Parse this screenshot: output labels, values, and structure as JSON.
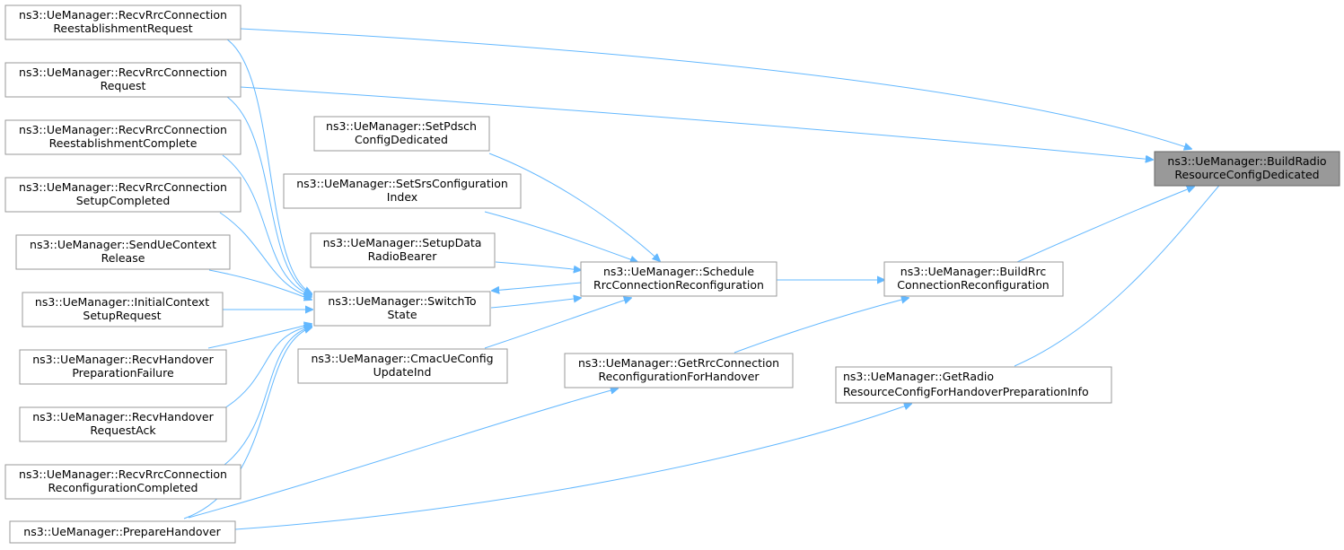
{
  "nodes": {
    "build_radio": [
      "ns3::UeManager::BuildRadio",
      "ResourceConfigDedicated"
    ],
    "recv_reest_req": [
      "ns3::UeManager::RecvRrcConnection",
      "ReestablishmentRequest"
    ],
    "recv_req": [
      "ns3::UeManager::RecvRrcConnection",
      "Request"
    ],
    "recv_reest_complete": [
      "ns3::UeManager::RecvRrcConnection",
      "ReestablishmentComplete"
    ],
    "recv_setup_completed": [
      "ns3::UeManager::RecvRrcConnection",
      "SetupCompleted"
    ],
    "send_ue_context_release": [
      "ns3::UeManager::SendUeContext",
      "Release"
    ],
    "initial_context_setup": [
      "ns3::UeManager::InitialContext",
      "SetupRequest"
    ],
    "recv_handover_prep_failure": [
      "ns3::UeManager::RecvHandover",
      "PreparationFailure"
    ],
    "recv_handover_request_ack": [
      "ns3::UeManager::RecvHandover",
      "RequestAck"
    ],
    "recv_reconfig_completed": [
      "ns3::UeManager::RecvRrcConnection",
      "ReconfigurationCompleted"
    ],
    "prepare_handover": [
      "ns3::UeManager::PrepareHandover"
    ],
    "set_pdsch": [
      "ns3::UeManager::SetPdsch",
      "ConfigDedicated"
    ],
    "set_srs": [
      "ns3::UeManager::SetSrsConfiguration",
      "Index"
    ],
    "setup_data_radio_bearer": [
      "ns3::UeManager::SetupData",
      "RadioBearer"
    ],
    "switch_to_state": [
      "ns3::UeManager::SwitchTo",
      "State"
    ],
    "cmac_ue_config": [
      "ns3::UeManager::CmacUeConfig",
      "UpdateInd"
    ],
    "schedule_reconfig": [
      "ns3::UeManager::Schedule",
      "RrcConnectionReconfiguration"
    ],
    "build_rrc_reconfig": [
      "ns3::UeManager::BuildRrc",
      "ConnectionReconfiguration"
    ],
    "get_rrc_reconfig_handover": [
      "ns3::UeManager::GetRrcConnection",
      "ReconfigurationForHandover"
    ],
    "get_radio_handover_prep": [
      "ns3::UeManager::GetRadio",
      "ResourceConfigForHandoverPreparationInfo"
    ]
  },
  "root_node": "build_radio",
  "colors": {
    "edge": "#63b8ff",
    "node_border": "#999999",
    "root_fill": "#999999",
    "node_fill": "#ffffff"
  },
  "edges": [
    {
      "from": "recv_reest_req",
      "to": "build_radio"
    },
    {
      "from": "recv_req",
      "to": "build_radio"
    },
    {
      "from": "build_rrc_reconfig",
      "to": "build_radio"
    },
    {
      "from": "get_radio_handover_prep",
      "to": "build_radio"
    },
    {
      "from": "schedule_reconfig",
      "to": "build_rrc_reconfig"
    },
    {
      "from": "get_rrc_reconfig_handover",
      "to": "build_rrc_reconfig"
    },
    {
      "from": "set_pdsch",
      "to": "schedule_reconfig"
    },
    {
      "from": "set_srs",
      "to": "schedule_reconfig"
    },
    {
      "from": "setup_data_radio_bearer",
      "to": "schedule_reconfig"
    },
    {
      "from": "switch_to_state",
      "to": "schedule_reconfig"
    },
    {
      "from": "cmac_ue_config",
      "to": "schedule_reconfig"
    },
    {
      "from": "schedule_reconfig",
      "to": "switch_to_state"
    },
    {
      "from": "recv_reest_req",
      "to": "switch_to_state"
    },
    {
      "from": "recv_req",
      "to": "switch_to_state"
    },
    {
      "from": "recv_reest_complete",
      "to": "switch_to_state"
    },
    {
      "from": "recv_setup_completed",
      "to": "switch_to_state"
    },
    {
      "from": "send_ue_context_release",
      "to": "switch_to_state"
    },
    {
      "from": "initial_context_setup",
      "to": "switch_to_state"
    },
    {
      "from": "recv_handover_prep_failure",
      "to": "switch_to_state"
    },
    {
      "from": "recv_handover_request_ack",
      "to": "switch_to_state"
    },
    {
      "from": "recv_reconfig_completed",
      "to": "switch_to_state"
    },
    {
      "from": "prepare_handover",
      "to": "switch_to_state"
    },
    {
      "from": "prepare_handover",
      "to": "get_rrc_reconfig_handover"
    },
    {
      "from": "prepare_handover",
      "to": "get_radio_handover_prep"
    }
  ]
}
